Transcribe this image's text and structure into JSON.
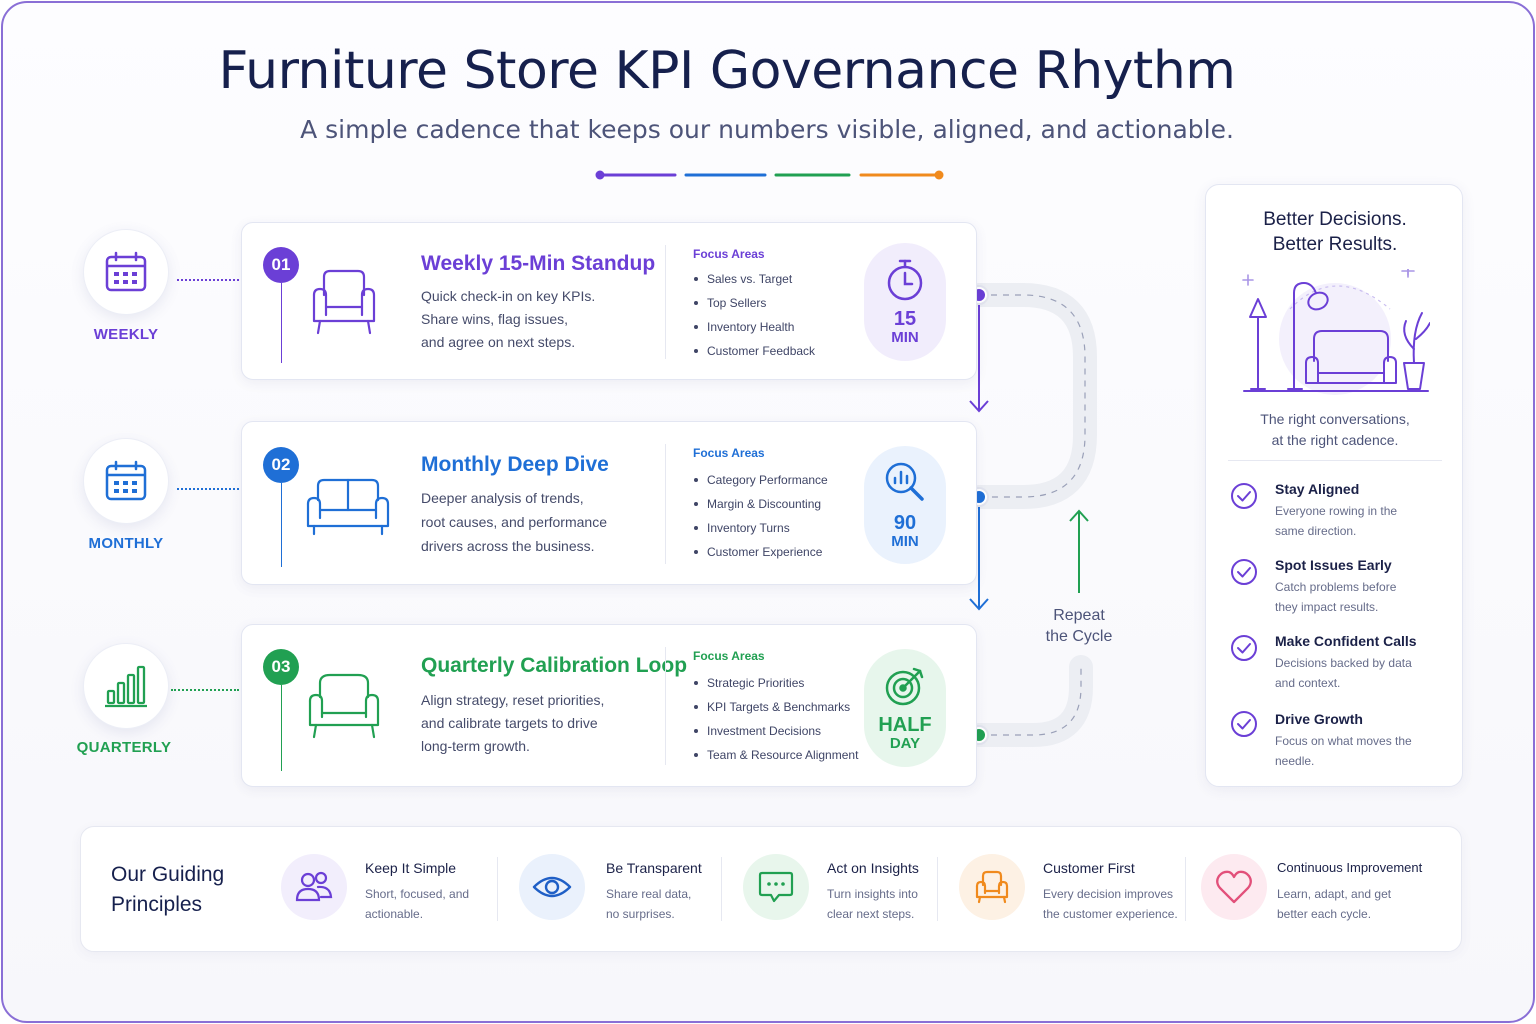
{
  "header": {
    "title": "Furniture Store KPI Governance Rhythm",
    "subtitle": "A simple cadence that keeps our numbers visible, aligned, and actionable."
  },
  "colors": {
    "weekly": "#6b3fd6",
    "monthly": "#1f6fd6",
    "quarterly": "#21a052",
    "orange": "#f08a1d",
    "pink": "#e2507a",
    "navy": "#16204d"
  },
  "cadences": [
    {
      "label": "WEEKLY",
      "icon": "calendar-icon",
      "number": "01",
      "title": "Weekly 15-Min Standup",
      "description": [
        "Quick check-in on key KPIs.",
        "Share wins, flag issues,",
        "and agree on next steps."
      ],
      "card_icon": "armchair-icon",
      "focus_heading": "Focus Areas",
      "focus": [
        "Sales vs. Target",
        "Top Sellers",
        "Inventory Health",
        "Customer Feedback"
      ],
      "duration_icon": "stopwatch-icon",
      "duration_value": "15",
      "duration_unit": "MIN"
    },
    {
      "label": "MONTHLY",
      "icon": "calendar-icon",
      "number": "02",
      "title": "Monthly Deep Dive",
      "description": [
        "Deeper analysis of trends,",
        "root causes, and performance",
        "drivers across the business."
      ],
      "card_icon": "sofa-icon",
      "focus_heading": "Focus Areas",
      "focus": [
        "Category Performance",
        "Margin & Discounting",
        "Inventory Turns",
        "Customer Experience"
      ],
      "duration_icon": "magnifier-chart-icon",
      "duration_value": "90",
      "duration_unit": "MIN"
    },
    {
      "label": "QUARTERLY",
      "icon": "bar-chart-icon",
      "number": "03",
      "title": "Quarterly Calibration Loop",
      "description": [
        "Align strategy, reset priorities,",
        "and calibrate targets to drive",
        "long-term growth."
      ],
      "card_icon": "armchair-icon",
      "focus_heading": "Focus Areas",
      "focus": [
        "Strategic Priorities",
        "KPI Targets & Benchmarks",
        "Investment Decisions",
        "Team & Resource Alignment"
      ],
      "duration_icon": "target-icon",
      "duration_value": "HALF",
      "duration_unit": "DAY"
    }
  ],
  "flow": {
    "repeat_label": [
      "Repeat",
      "the Cycle"
    ]
  },
  "right_panel": {
    "heading": [
      "Better Decisions.",
      "Better Results."
    ],
    "illustration": "living-room-icon",
    "caption": [
      "The right conversations,",
      "at the right cadence."
    ],
    "benefits": [
      {
        "title": "Stay Aligned",
        "description": [
          "Everyone rowing in the",
          "same direction."
        ]
      },
      {
        "title": "Spot Issues Early",
        "description": [
          "Catch problems before",
          "they impact results."
        ]
      },
      {
        "title": "Make Confident Calls",
        "description": [
          "Decisions backed by data",
          "and context."
        ]
      },
      {
        "title": "Drive Growth",
        "description": [
          "Focus on what moves the",
          "needle."
        ]
      }
    ]
  },
  "principles": {
    "heading": [
      "Our Guiding",
      "Principles"
    ],
    "items": [
      {
        "title": "Keep It Simple",
        "description": [
          "Short, focused, and",
          "actionable."
        ],
        "icon": "people-icon"
      },
      {
        "title": "Be Transparent",
        "description": [
          "Share real data,",
          "no surprises."
        ],
        "icon": "eye-icon"
      },
      {
        "title": "Act on Insights",
        "description": [
          "Turn insights into",
          "clear next steps."
        ],
        "icon": "chat-icon"
      },
      {
        "title": "Customer First",
        "description": [
          "Every decision improves",
          "the customer experience."
        ],
        "icon": "armchair-icon"
      },
      {
        "title": "Continuous Improvement",
        "description": [
          "Learn, adapt, and get",
          "better each cycle."
        ],
        "icon": "heart-icon"
      }
    ]
  }
}
